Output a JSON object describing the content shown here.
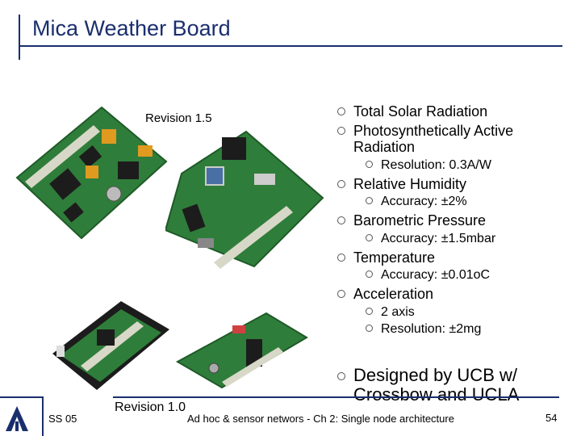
{
  "slide": {
    "title": "Mica Weather Board",
    "revision_a": "Revision 1.5",
    "revision_b": "Revision 1.0",
    "bullets": [
      {
        "text": "Total Solar Radiation"
      },
      {
        "text": "Photosynthetically Active"
      },
      {
        "text": "Radiation"
      },
      {
        "text": "Resolution: 0.3A/W"
      },
      {
        "text": "Relative Humidity"
      },
      {
        "text": "Accuracy: ±2%"
      },
      {
        "text": "Barometric Pressure"
      },
      {
        "text": "Accuracy: ±1.5mbar"
      },
      {
        "text": "Temperature"
      },
      {
        "text": "Accuracy: ±0.01oC"
      },
      {
        "text": "Acceleration"
      },
      {
        "text": "2 axis"
      },
      {
        "text": "Resolution: ±2mg"
      }
    ],
    "credit_line1": "Designed by UCB w/",
    "credit_line2": "Crossbow and UCLA"
  },
  "footer": {
    "left": "SS 05",
    "center": "Ad hoc & sensor networs - Ch 2: Single node architecture",
    "page": "54"
  },
  "colors": {
    "accent": "#1a2e6e",
    "pcb_green": "#2f7d3a",
    "chip": "#1c1c1c",
    "orange": "#e09a20"
  }
}
